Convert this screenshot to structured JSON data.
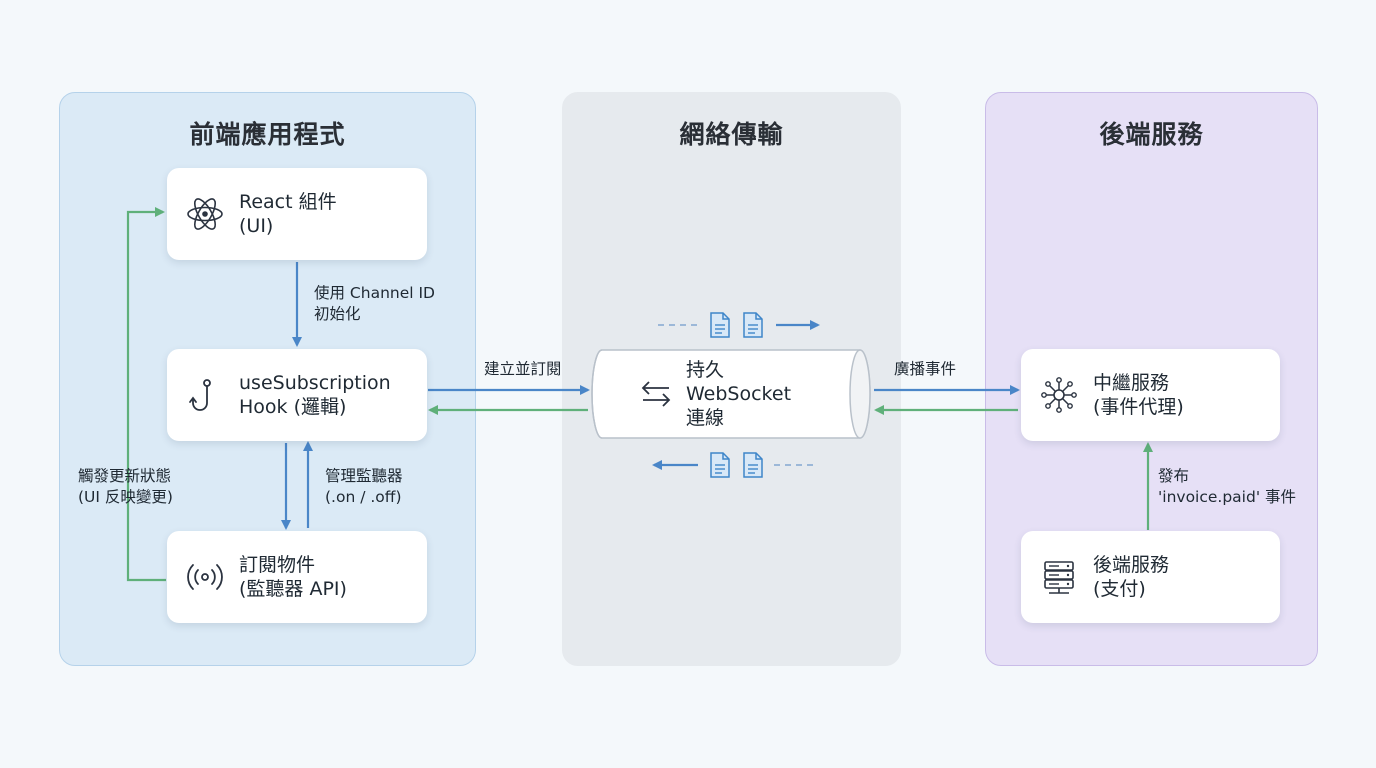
{
  "panels": {
    "frontend": {
      "title": "前端應用程式"
    },
    "network": {
      "title": "網絡傳輸"
    },
    "backend": {
      "title": "後端服務"
    }
  },
  "cards": {
    "react": {
      "line1": "React 組件",
      "line2": "(UI)",
      "icon": "react-atom-icon"
    },
    "hook": {
      "line1": "useSubscription",
      "line2": "Hook (邏輯)",
      "icon": "hook-icon"
    },
    "subscription": {
      "line1": "訂閱物件",
      "line2": "(監聽器 API)",
      "icon": "broadcast-icon"
    },
    "relay": {
      "line1": "中繼服務",
      "line2": "(事件代理)",
      "icon": "hub-network-icon"
    },
    "backend_service": {
      "line1": "後端服務",
      "line2": "(支付)",
      "icon": "server-icon"
    }
  },
  "pipe": {
    "line1": "持久",
    "line2": "WebSocket",
    "line3": "連線",
    "icon": "bidirectional-arrows-icon"
  },
  "labels": {
    "init_line1": "使用 Channel ID",
    "init_line2": "初始化",
    "manage_line1": "管理監聽器",
    "manage_line2": "(.on / .off)",
    "trigger_line1": "觸發更新狀態",
    "trigger_line2": "(UI 反映變更)",
    "subscribe": "建立並訂閱",
    "broadcast": "廣播事件",
    "publish_line1": "發布",
    "publish_line2": "'invoice.paid' 事件"
  },
  "colors": {
    "blue_arrow": "#4a86c8",
    "green_arrow": "#5fb07a",
    "frontend_bg": "#dbeaf6",
    "network_bg": "#e6eaee",
    "backend_bg": "#e6e0f6",
    "doc_icon": "#3f86c9"
  }
}
